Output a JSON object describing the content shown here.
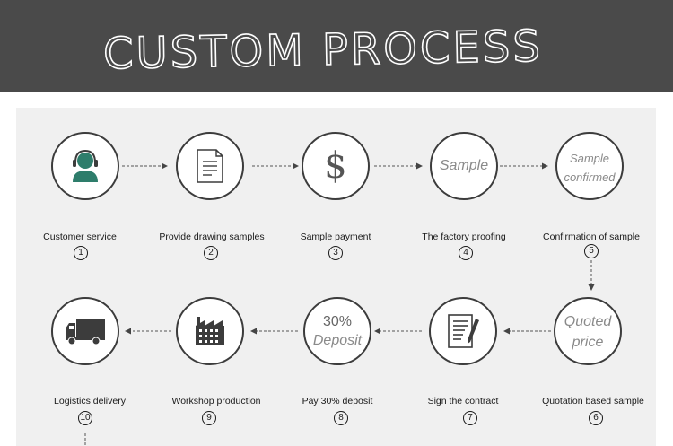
{
  "banner": {
    "title": "CUSTOM PROCESS"
  },
  "steps": [
    {
      "num": "1",
      "label": "Customer service",
      "icon": "customer-service-headset-icon"
    },
    {
      "num": "2",
      "label": "Provide drawing samples",
      "icon": "document-icon"
    },
    {
      "num": "3",
      "label": "Sample payment",
      "icon": "dollar-sign-icon",
      "circle_text": "$"
    },
    {
      "num": "4",
      "label": "The factory proofing",
      "circle_text": "Sample"
    },
    {
      "num": "5",
      "label": "Confirmation of sample",
      "circle_text_1": "Sample",
      "circle_text_2": "confirmed"
    },
    {
      "num": "6",
      "label": "Quotation based  sample",
      "circle_text_1": "Quoted",
      "circle_text_2": "price"
    },
    {
      "num": "7",
      "label": "Sign the contract",
      "icon": "contract-pen-icon"
    },
    {
      "num": "8",
      "label": "Pay 30% deposit",
      "circle_text_1": "30%",
      "circle_text_2": "Deposit"
    },
    {
      "num": "9",
      "label": "Workshop production",
      "icon": "factory-icon"
    },
    {
      "num": "10",
      "label": "Logistics delivery",
      "icon": "truck-icon"
    }
  ],
  "colors": {
    "banner": "#4a4a4a",
    "panel": "#f0f0f0",
    "icon_teal": "#2e7d6b",
    "icon_dark": "#3c3c3c"
  }
}
